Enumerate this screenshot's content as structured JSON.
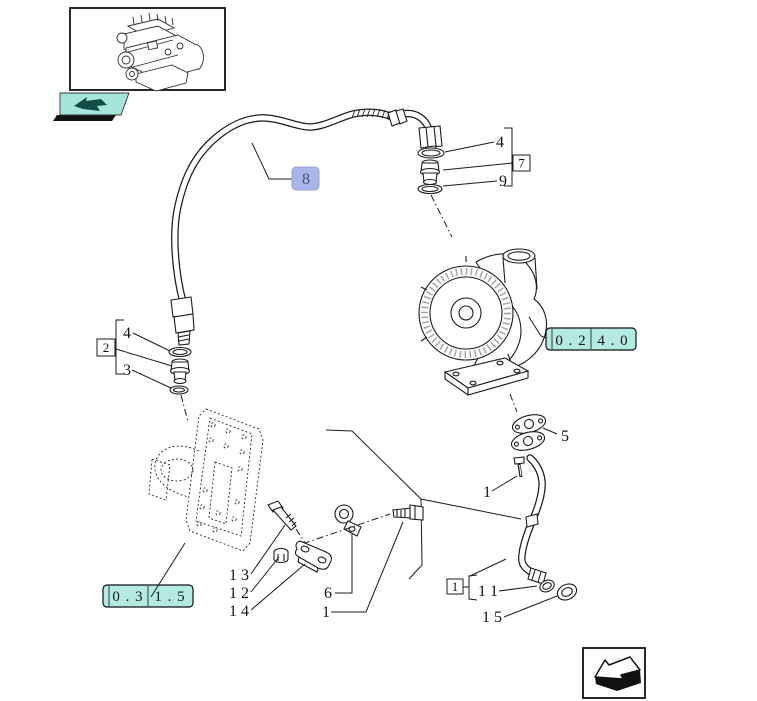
{
  "colors": {
    "highlight_teal": "#b3ebe3",
    "highlight_blue": "#a9b6ea",
    "highlight_blue_border": "#95a2de",
    "line": "#1c1c1c"
  },
  "nav": {
    "back_button_icon": "back-arrow-icon",
    "corner_back_icon": "back-arrow-3d-icon"
  },
  "callouts": {
    "pipe": "8",
    "top_oring": "4",
    "top_adapter_group": "7",
    "top_oring_lower": "9",
    "left_group": "2",
    "left_oring": "4",
    "left_oring_lower": "3",
    "gasket": "5",
    "flange_screw": "1",
    "bolt": "1 3",
    "nut": "1 2",
    "bracket": "1 4",
    "clamp": "6",
    "clamp_screw": "1",
    "tube_group": "1",
    "tube_oring": "1 1",
    "tube_seal": "1 5"
  },
  "section_links": {
    "turbocharger": {
      "code": "0.24.0",
      "display_left": "0 . 2",
      "display_right": "4 . 0"
    },
    "oil_cooler": {
      "code": "0.31.5",
      "display_left": "0 . 3",
      "display_right": "1 . 5"
    }
  }
}
